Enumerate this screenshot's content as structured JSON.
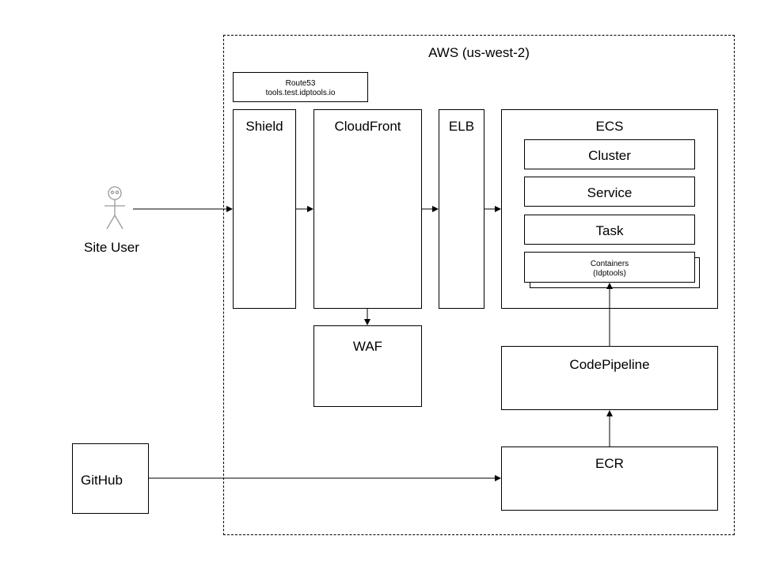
{
  "aws": {
    "label": "AWS (us-west-2)"
  },
  "route53": {
    "line1": "Route53",
    "line2": "tools.test.idptools.io"
  },
  "shield": {
    "label": "Shield"
  },
  "cloudfront": {
    "label": "CloudFront"
  },
  "elb": {
    "label": "ELB"
  },
  "ecs": {
    "label": "ECS",
    "cluster": "Cluster",
    "service": "Service",
    "task": "Task",
    "containers_line1": "Containers",
    "containers_line2": "(Idptools)"
  },
  "waf": {
    "label": "WAF"
  },
  "codepipeline": {
    "label": "CodePipeline"
  },
  "ecr": {
    "label": "ECR"
  },
  "site_user": {
    "label": "Site User",
    "icon": "user-stick-figure-icon"
  },
  "github": {
    "label": "GitHub"
  },
  "colors": {
    "stroke": "#000000",
    "actor_stroke": "#999999",
    "background": "#ffffff"
  }
}
